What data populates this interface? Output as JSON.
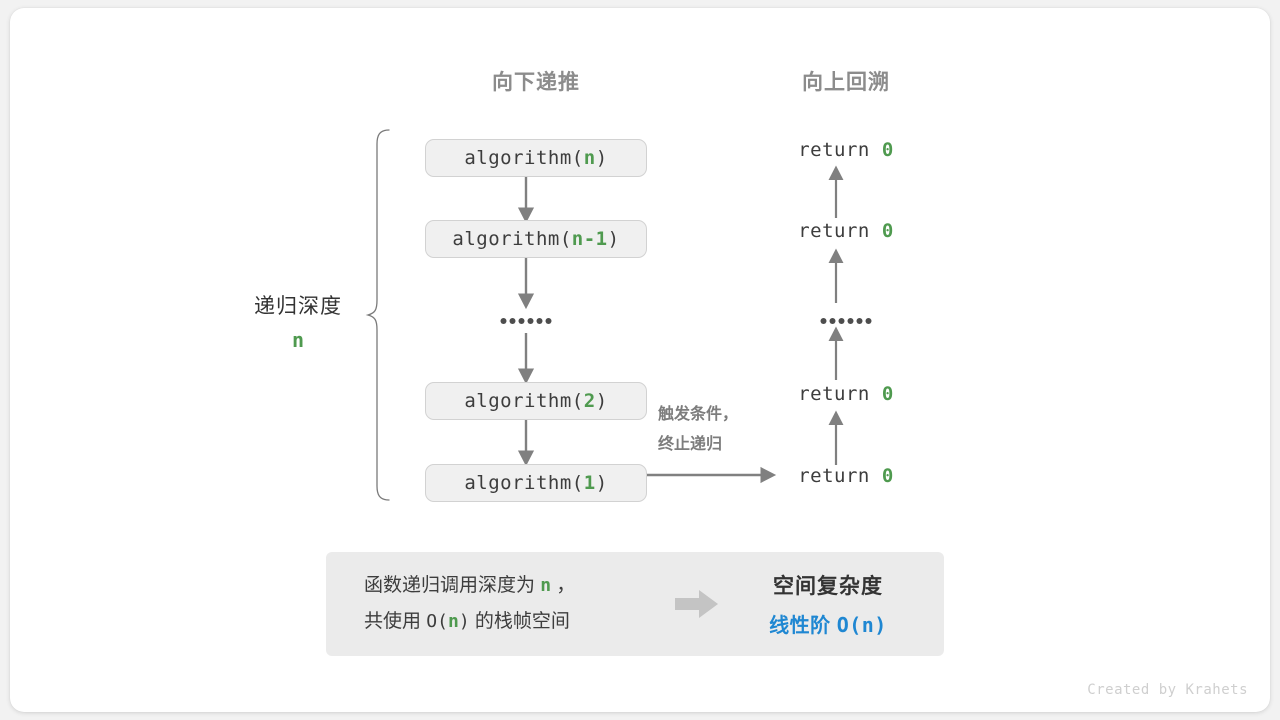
{
  "headers": {
    "down": "向下递推",
    "up": "向上回溯"
  },
  "depth": {
    "label": "递归深度",
    "value": "n"
  },
  "calls": [
    {
      "name": "algorithm(",
      "arg": "n",
      "close": ")"
    },
    {
      "name": "algorithm(",
      "arg": "n-1",
      "close": ")"
    },
    {
      "name": "algorithm(",
      "arg": "2",
      "close": ")"
    },
    {
      "name": "algorithm(",
      "arg": "1",
      "close": ")"
    }
  ],
  "returns": [
    {
      "keyword": "return ",
      "value": "0"
    },
    {
      "keyword": "return ",
      "value": "0"
    },
    {
      "keyword": "return ",
      "value": "0"
    },
    {
      "keyword": "return ",
      "value": "0"
    }
  ],
  "ellipsis_dots": 6,
  "trigger_note": {
    "line1": "触发条件，",
    "line2": "终止递归"
  },
  "summary": {
    "left_line1_a": "函数递归调用深度为 ",
    "left_line1_var": "n",
    "left_line1_b": " ，",
    "left_line2_a": "共使用 ",
    "left_line2_big_o": "O(",
    "left_line2_var": "n",
    "left_line2_close": ")",
    "left_line2_b": " 的栈帧空间",
    "arrow_icon": "right-block-arrow-icon",
    "right_title": "空间复杂度",
    "right_value_text": "线性阶 ",
    "right_value_mono": "O(n)"
  },
  "credit": "Created by Krahets",
  "colors": {
    "green": "#4f9a4f",
    "blue": "#1f87d2",
    "arrow_gray": "#808080",
    "box_fill": "#f0f0f0",
    "box_border": "#d2d2d2",
    "panel_fill": "#ebebeb",
    "header_text": "#8c8c8c",
    "body_text": "#3d3d3d"
  }
}
